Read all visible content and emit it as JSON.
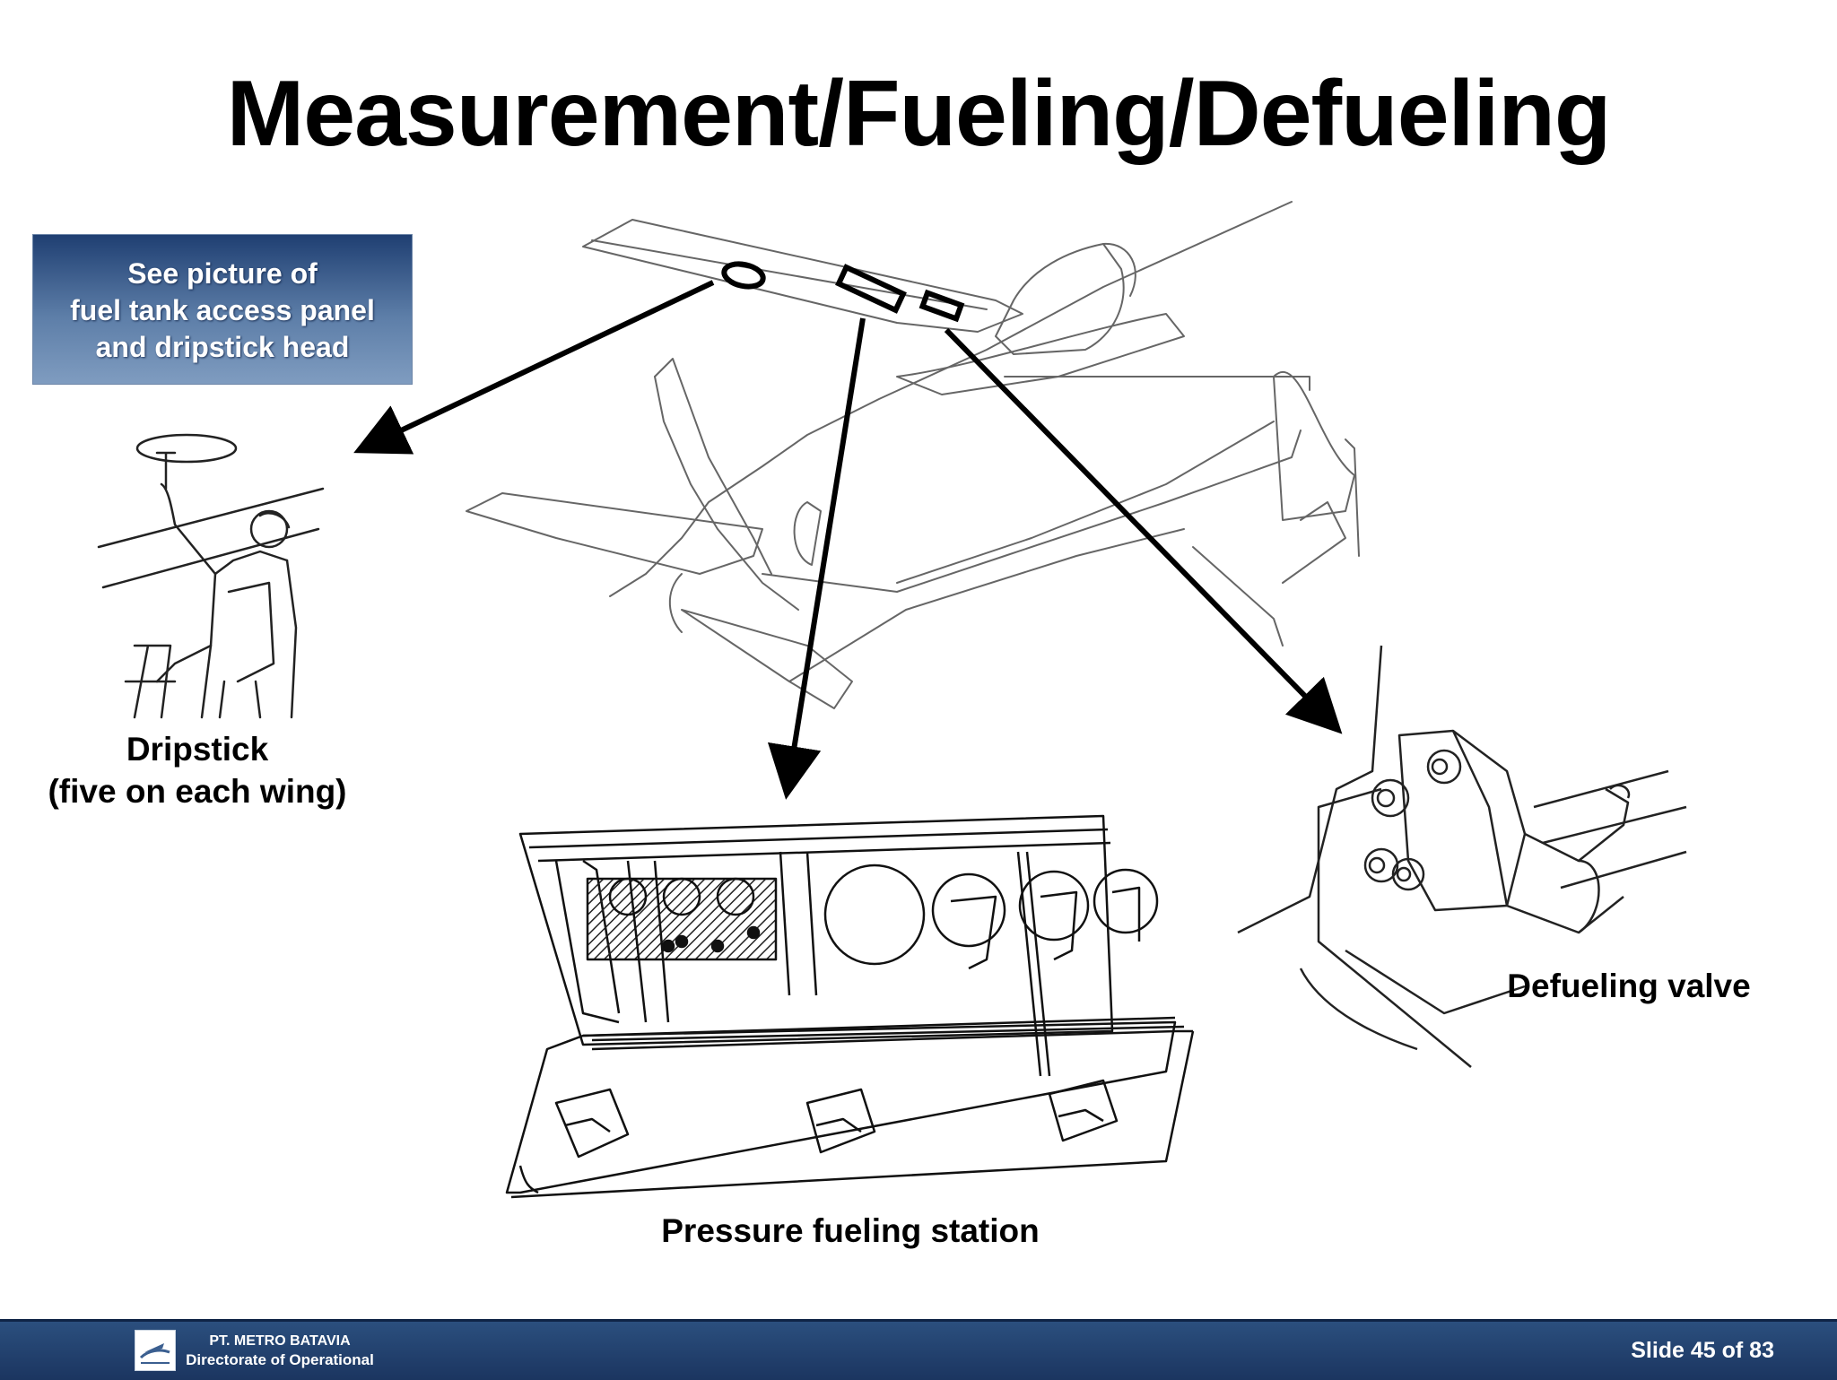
{
  "slide": {
    "title": "Measurement/Fueling/Defueling",
    "callout": {
      "line1": "See picture of",
      "line2": "fuel tank access panel",
      "line3": "and dripstick head"
    },
    "captions": {
      "dripstick_line1": "Dripstick",
      "dripstick_line2": "(five on each wing)",
      "pressure_station": "Pressure fueling station",
      "defueling_valve": "Defueling valve"
    },
    "illustrations": [
      "aircraft-underside-drawing",
      "dripstick-technician-drawing",
      "pressure-fueling-panel-drawing",
      "defueling-valve-drawing"
    ]
  },
  "footer": {
    "company": "PT. METRO BATAVIA",
    "division": "Directorate of Operational",
    "slide_label": "Slide  45 of 83"
  },
  "colors": {
    "footer_bar": "#1f3b66",
    "callout_gradient_top": "#1f3f72",
    "callout_gradient_bottom": "#7f9cc0"
  }
}
